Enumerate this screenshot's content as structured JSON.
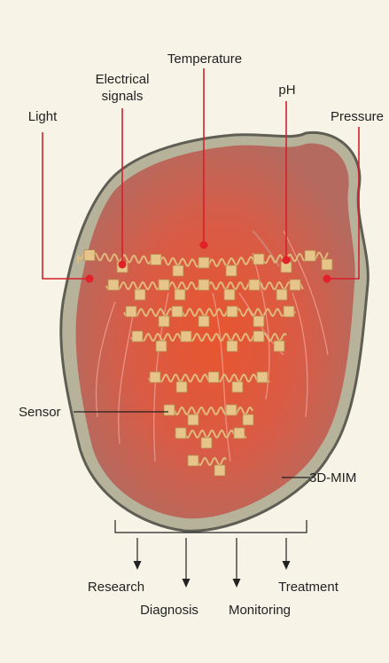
{
  "measurements": {
    "light": "Light",
    "electrical_line1": "Electrical",
    "electrical_line2": "signals",
    "temperature": "Temperature",
    "ph": "pH",
    "pressure": "Pressure"
  },
  "annotations": {
    "sensor": "Sensor",
    "mim": "3D-MIM"
  },
  "applications": {
    "research": "Research",
    "diagnosis": "Diagnosis",
    "monitoring": "Monitoring",
    "treatment": "Treatment"
  },
  "colors": {
    "background": "#f7f3e6",
    "leader_red": "#d3202c",
    "sensor_pad": "#e6c48a",
    "membrane": "#b7b39b"
  }
}
